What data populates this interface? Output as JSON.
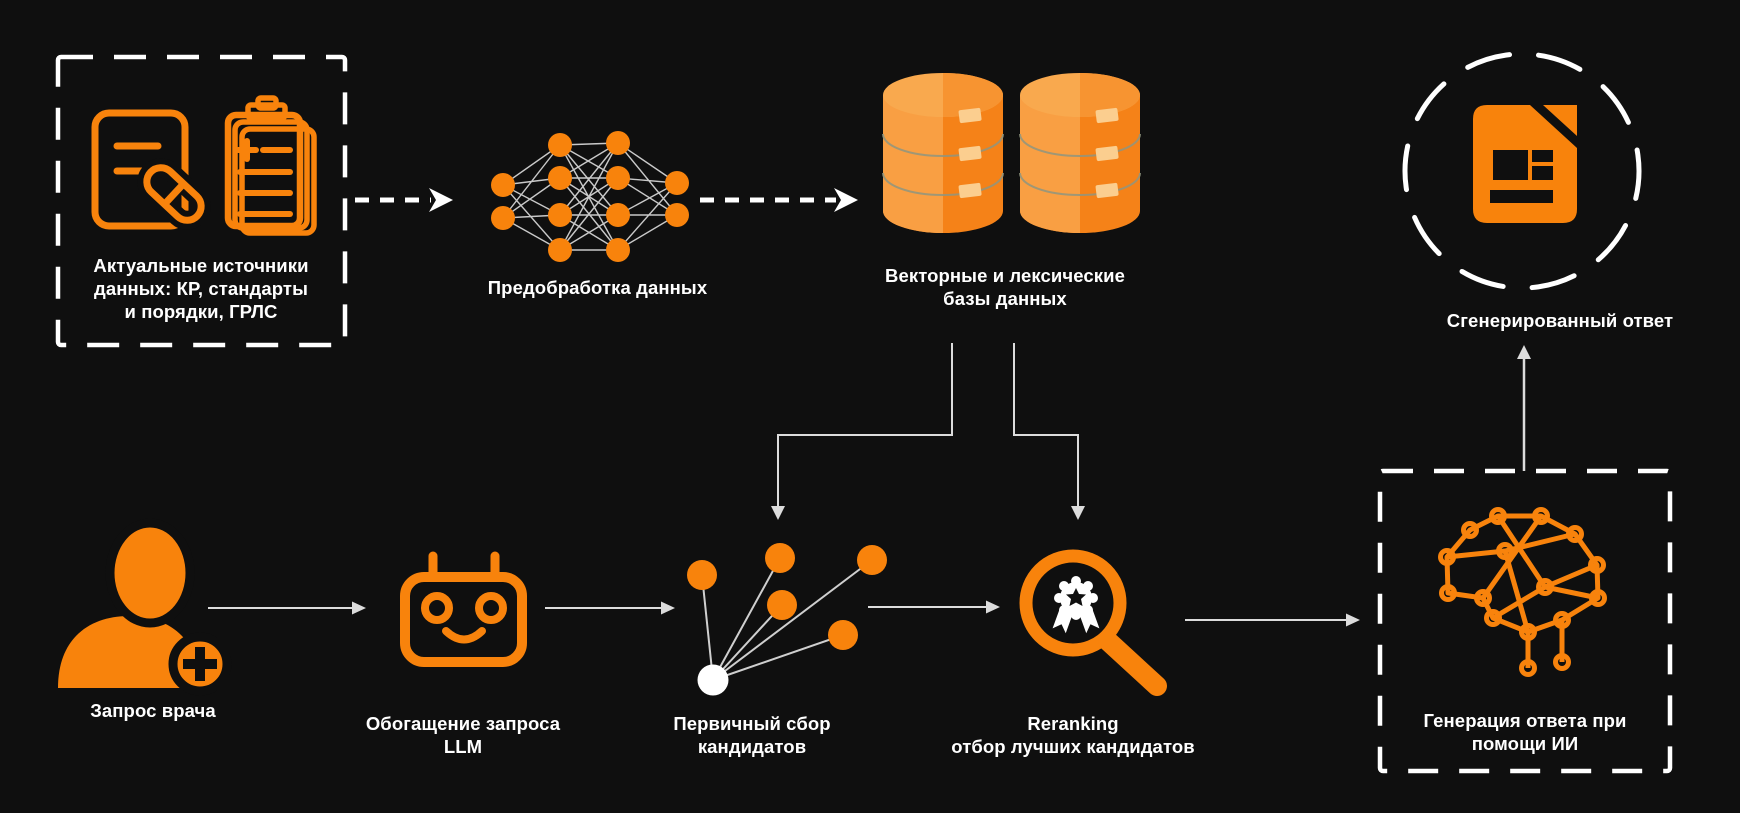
{
  "colors": {
    "background": "#0f0f0f",
    "accent": "#f8830c",
    "white": "#ffffff",
    "line": "#dcdcdc",
    "db_main": "#f58218",
    "db_light": "#f99f43",
    "db_top": "#f9a94e",
    "db_top_shade": "#f79431",
    "db_chip": "#fbce8f"
  },
  "labels": {
    "sources": "Актуальные источники\nданных: КР, стандарты\nи порядки, ГРЛС",
    "preprocess": "Предобработка данных",
    "databases": "Векторные и лексические\nбазы данных",
    "generated": "Сгенерированный ответ",
    "query": "Запрос врача",
    "enrich": "Обогащение запроса\nLLM",
    "candidates": "Первичный сбор\nкандидатов",
    "rerank": "Reranking\nотбор лучших кандидатов",
    "generation": "Генерация ответа при\nпомощи ИИ"
  },
  "icons": {
    "document-pill-icon": "document with capsule pill",
    "clipboard-icon": "medical clipboard stack with plus",
    "neural-network-icon": "neural network nodes",
    "database-icon": "orange database cylinders",
    "generated-document-icon": "document page with blocks",
    "doctor-icon": "person silhouette with medical plus badge",
    "robot-icon": "robot face",
    "candidates-scatter-icon": "white node linked to orange nodes",
    "rerank-magnifier-icon": "magnifier with award ribbon",
    "brain-circuit-icon": "brain made of connected nodes"
  }
}
